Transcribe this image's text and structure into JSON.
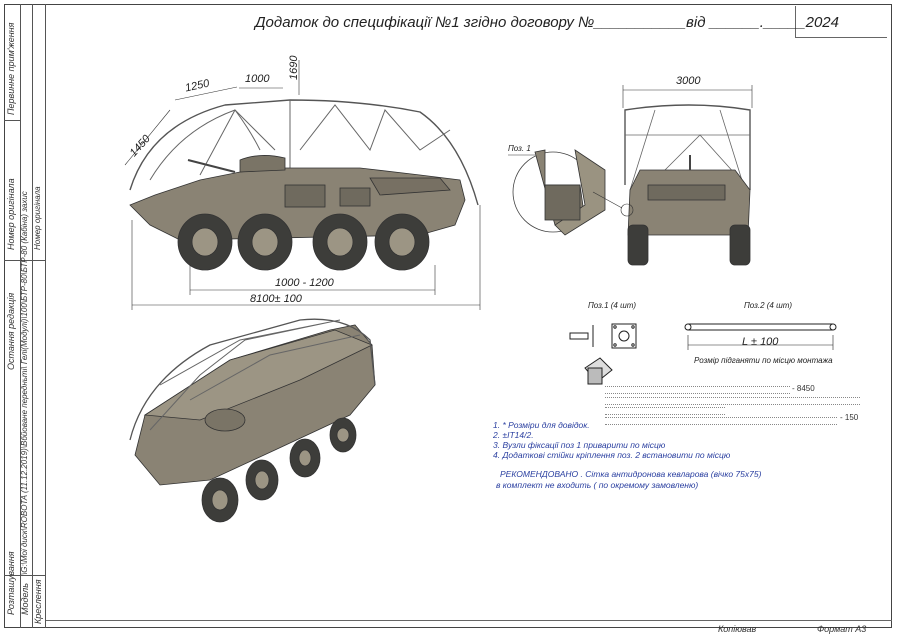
{
  "sidebar": {
    "labels": [
      "Первинне прим'ження",
      "Номер оригінала",
      "Остання редакція",
      "Розташування",
      "Модель",
      "Креслення"
    ],
    "file_path": "\\G:\\Мої диск\\ROBOTA (11.12.2019)\\Вбйоване передньті\\ Гелі(Модулі)\\100\\БТР-80\\БТР-80 (Кабіна) захис"
  },
  "title": "Додаток до специфікації №1 згідно договору №___________від ______._____2024",
  "dimensions": {
    "d1250": "1250",
    "d1000": "1000",
    "d1690": "1690",
    "d1450": "1450",
    "d3000": "3000",
    "d1000_1200": "1000 - 1200",
    "d8100": "8100± 100",
    "pos1_callout": "Поз. 1",
    "l100": "L ± 100"
  },
  "parts": {
    "pos1": "Поз.1 (4 шт)",
    "pos2": "Поз.2 (4 шт)",
    "pos2_caption": "Розмір підганяти по місцю монтажа"
  },
  "boxes": {
    "line1_value": "- 8450",
    "line4_value": "- 150"
  },
  "notes": [
    "1. * Розміри  для  довідок.",
    "2.  ±IT14/2.",
    "3. Вузли фіксації   поз 1 приварити по місцю",
    "4. Додаткові стійки кріплення поз. 2 встановити по місцю"
  ],
  "recommendation": [
    "РЕКОМЕНДОВАНО . Сітка антидронова кевларова (вічко 75х75)",
    "в комплект не входить ( по окремому замовленю)"
  ],
  "footer": {
    "copied": "Копіював",
    "format": "Формат А3"
  }
}
